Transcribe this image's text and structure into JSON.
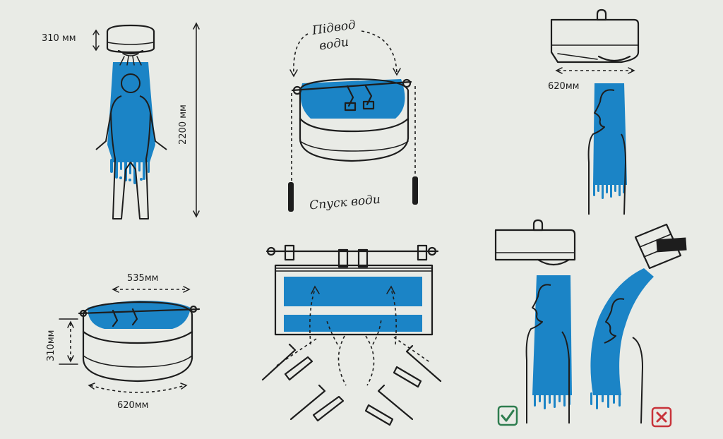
{
  "labels": {
    "height_310_top": "310 мм",
    "height_2200": "2200 мм",
    "supply": "Підвод\nводи",
    "supply_line1": "Підвод",
    "supply_line2": "води",
    "drain": "Спуск води",
    "width_620_top": "620мм",
    "width_535": "535мм",
    "height_310_bottom": "310мм",
    "width_620_bottom": "620мм"
  },
  "marks": {
    "correct": "check-icon",
    "wrong": "cross-icon"
  },
  "colors": {
    "water": "#1b84c6",
    "line": "#1d1d1d",
    "background": "#e9ebe6",
    "correct": "#2e7d4f",
    "wrong": "#c8333a"
  }
}
